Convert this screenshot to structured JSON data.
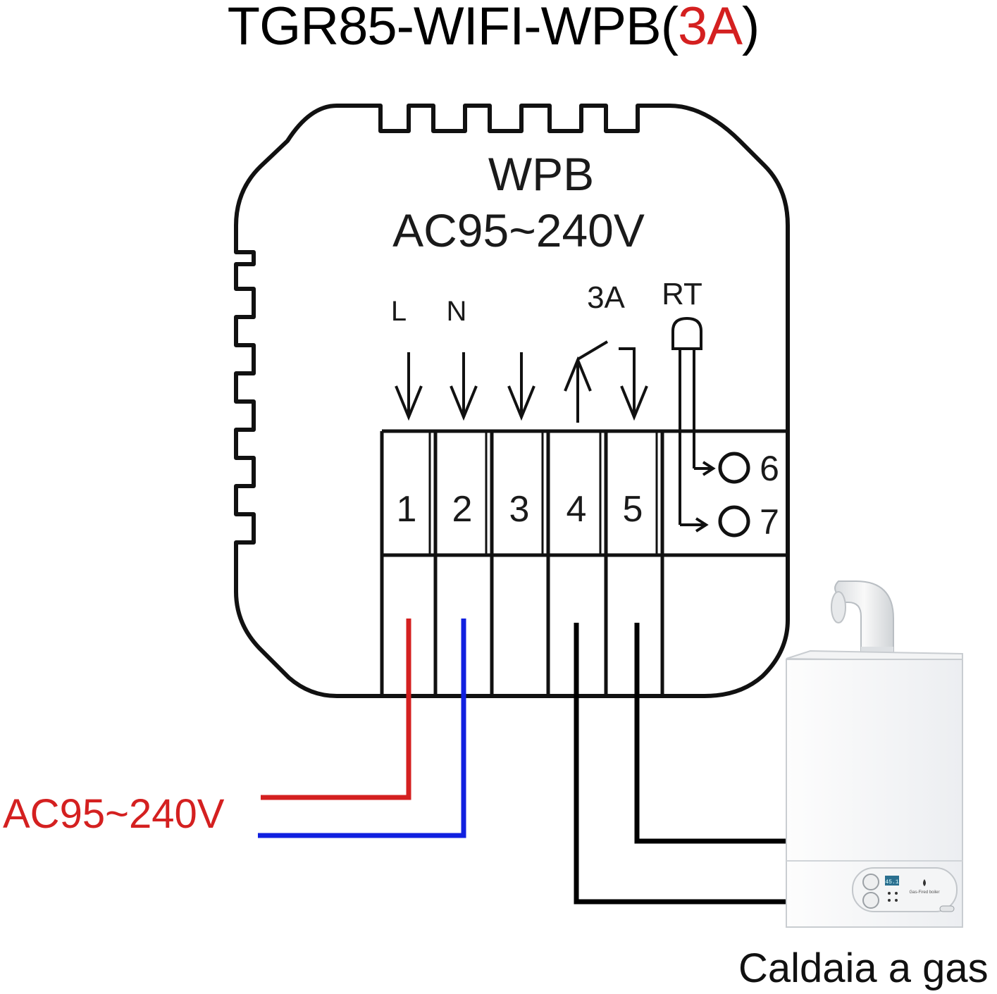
{
  "title": {
    "main": "TGR85-WIFI-WPB(",
    "accent": "3A",
    "close": ")"
  },
  "device": {
    "model_label": "WPB",
    "voltage_label": "AC95~240V",
    "terminal_labels": {
      "L": "L",
      "N": "N",
      "relay": "3A",
      "sensor": "RT"
    },
    "terminals": [
      "1",
      "2",
      "3",
      "4",
      "5"
    ],
    "sensor_terminals": [
      "6",
      "7"
    ]
  },
  "supply_label": "AC95~240V",
  "boiler": {
    "label": "Caldaia a gas",
    "display": "45.1",
    "brand_text": "Gas-Fired boiler"
  },
  "colors": {
    "live": "#d42020",
    "neutral": "#1020e0",
    "load": "#000000",
    "accent": "#d42020"
  }
}
